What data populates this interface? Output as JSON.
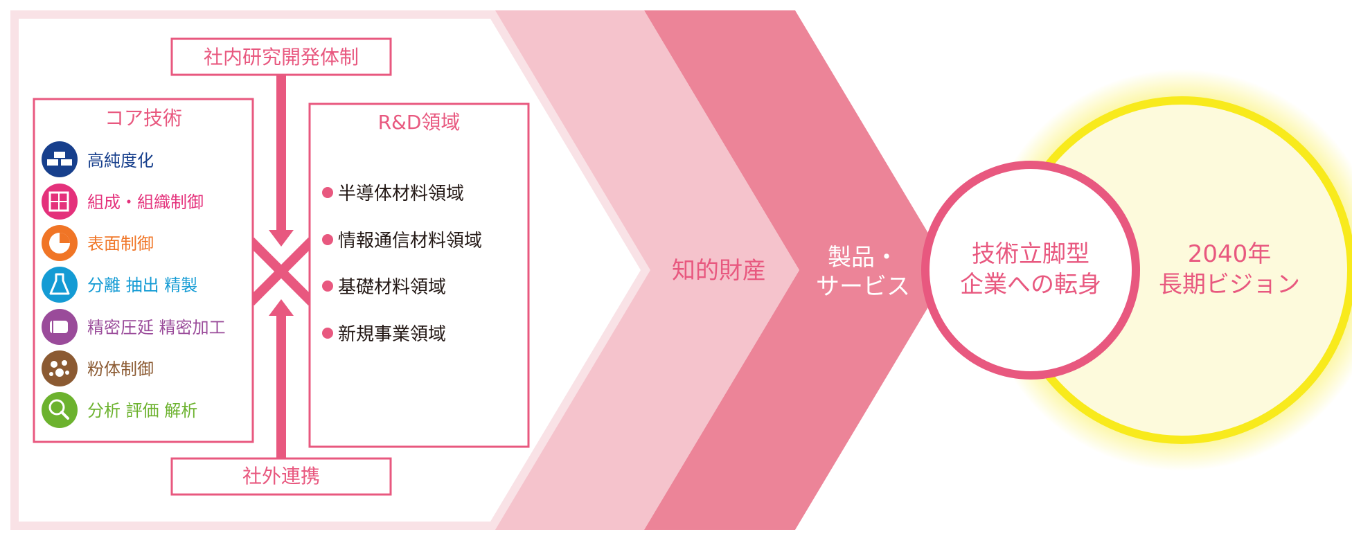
{
  "internal_rd": "社内研究開発体制",
  "external": "社外連携",
  "core": {
    "title": "コア技術",
    "items": [
      {
        "label": "高純度化",
        "color": "#173f8c",
        "icon": "ingots-icon"
      },
      {
        "label": "組成・組織制御",
        "color": "#e4317b",
        "icon": "structure-icon"
      },
      {
        "label": "表面制御",
        "color": "#f07526",
        "icon": "surface-icon"
      },
      {
        "label": "分離 抽出 精製",
        "color": "#149bd4",
        "icon": "flask-icon"
      },
      {
        "label": "精密圧延 精密加工",
        "color": "#9a4b9a",
        "icon": "roll-icon"
      },
      {
        "label": "粉体制御",
        "color": "#8b5a32",
        "icon": "powder-icon"
      },
      {
        "label": "分析 評価 解析",
        "color": "#6cb22e",
        "icon": "magnifier-icon"
      }
    ]
  },
  "rd": {
    "title": "R&D領域",
    "items": [
      "半導体材料領域",
      "情報通信材料領域",
      "基礎材料領域",
      "新規事業領域"
    ]
  },
  "stages": {
    "ip": "知的財産",
    "products_line1": "製品・",
    "products_line2": "サービス"
  },
  "transform": {
    "line1": "技術立脚型",
    "line2": "企業への転身"
  },
  "vision": {
    "line1": "2040年",
    "line2": "長期ビジョン"
  },
  "colors": {
    "accent": "#e8587f",
    "chevron_light": "#f5c3cc",
    "chevron_dark": "#ec8498",
    "panel_bg": "#f9e2e6",
    "vision_fill": "#fdfadc",
    "vision_ring": "#f8ea1c"
  }
}
